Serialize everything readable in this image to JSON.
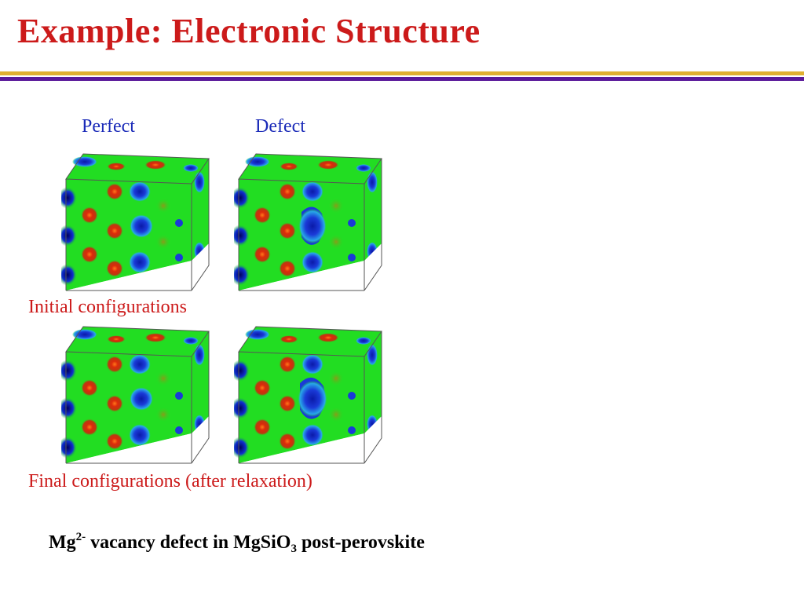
{
  "slide": {
    "title": "Example: Electronic Structure",
    "columns": {
      "perfect": "Perfect",
      "defect": "Defect"
    },
    "rows": {
      "initial": "Initial  configurations",
      "final": "Final configurations (after relaxation)"
    },
    "caption": {
      "prefix": "Mg",
      "charge": "2-",
      "middle": " vacancy defect in MgSiO",
      "subscript": "3",
      "suffix": " post-perovskite"
    }
  },
  "colors": {
    "title": "#cc1a1a",
    "accent_gold": "#e0b030",
    "accent_purple": "#5a1a9a",
    "column_label": "#1a2ab8",
    "density_background": "#22dd22",
    "density_high": "#dd2a0a",
    "density_low": "#1a3ad8"
  }
}
